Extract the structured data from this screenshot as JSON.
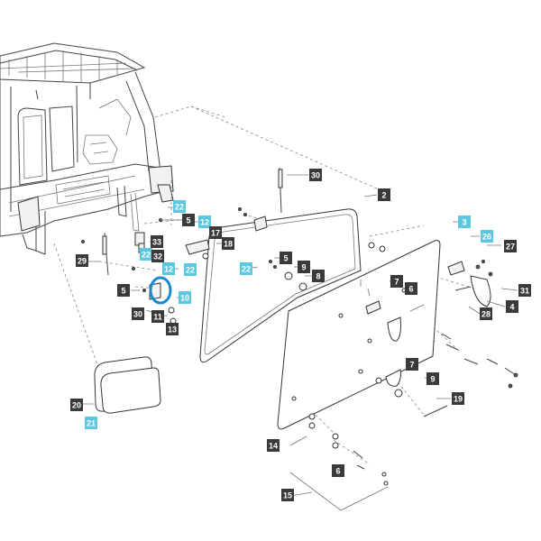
{
  "diagram": {
    "colors": {
      "dark_callout": "#3a3a3a",
      "cyan_callout": "#5bc8df",
      "highlight": "#1a8ad0"
    },
    "callouts": [
      {
        "id": "c30a",
        "label": "30",
        "style": "dark"
      },
      {
        "id": "c2",
        "label": "2",
        "style": "dark"
      },
      {
        "id": "c22a",
        "label": "22",
        "style": "cyan"
      },
      {
        "id": "c5a",
        "label": "5",
        "style": "dark"
      },
      {
        "id": "c12a",
        "label": "12",
        "style": "cyan"
      },
      {
        "id": "c17",
        "label": "17",
        "style": "dark"
      },
      {
        "id": "c18",
        "label": "18",
        "style": "dark"
      },
      {
        "id": "c22b",
        "label": "22",
        "style": "cyan"
      },
      {
        "id": "c33",
        "label": "33",
        "style": "dark"
      },
      {
        "id": "c32",
        "label": "32",
        "style": "dark"
      },
      {
        "id": "c29",
        "label": "29",
        "style": "dark"
      },
      {
        "id": "c12b",
        "label": "12",
        "style": "cyan"
      },
      {
        "id": "c22c",
        "label": "22",
        "style": "cyan"
      },
      {
        "id": "c5b",
        "label": "5",
        "style": "dark"
      },
      {
        "id": "c10",
        "label": "10",
        "style": "cyan"
      },
      {
        "id": "c30b",
        "label": "30",
        "style": "dark"
      },
      {
        "id": "c11",
        "label": "11",
        "style": "dark"
      },
      {
        "id": "c13",
        "label": "13",
        "style": "dark"
      },
      {
        "id": "c22d",
        "label": "22",
        "style": "cyan"
      },
      {
        "id": "c5c",
        "label": "5",
        "style": "dark"
      },
      {
        "id": "c9a",
        "label": "9",
        "style": "dark"
      },
      {
        "id": "c8",
        "label": "8",
        "style": "dark"
      },
      {
        "id": "c3",
        "label": "3",
        "style": "cyan"
      },
      {
        "id": "c26",
        "label": "26",
        "style": "cyan"
      },
      {
        "id": "c27",
        "label": "27",
        "style": "dark"
      },
      {
        "id": "c7a",
        "label": "7",
        "style": "dark"
      },
      {
        "id": "c6a",
        "label": "6",
        "style": "dark"
      },
      {
        "id": "c31",
        "label": "31",
        "style": "dark"
      },
      {
        "id": "c4",
        "label": "4",
        "style": "dark"
      },
      {
        "id": "c28",
        "label": "28",
        "style": "dark"
      },
      {
        "id": "c7b",
        "label": "7",
        "style": "dark"
      },
      {
        "id": "c9b",
        "label": "9",
        "style": "dark"
      },
      {
        "id": "c19",
        "label": "19",
        "style": "dark"
      },
      {
        "id": "c20",
        "label": "20",
        "style": "dark"
      },
      {
        "id": "c21",
        "label": "21",
        "style": "cyan"
      },
      {
        "id": "c14",
        "label": "14",
        "style": "dark"
      },
      {
        "id": "c6b",
        "label": "6",
        "style": "dark"
      },
      {
        "id": "c15",
        "label": "15",
        "style": "dark"
      }
    ]
  }
}
